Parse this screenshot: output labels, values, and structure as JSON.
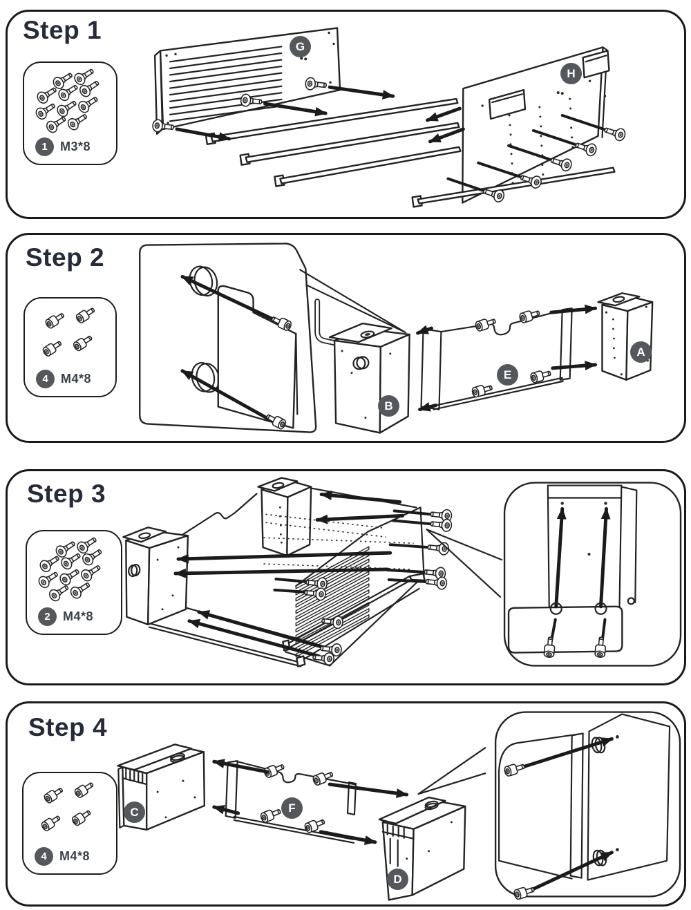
{
  "steps": [
    {
      "title": "Step 1",
      "hardware": {
        "item_no": "1",
        "spec": "M3*8",
        "count": 10,
        "type": "flat"
      },
      "parts": [
        "G",
        "H"
      ]
    },
    {
      "title": "Step 2",
      "hardware": {
        "item_no": "4",
        "spec": "M4*8",
        "count": 4,
        "type": "cap"
      },
      "parts": [
        "B",
        "E",
        "A"
      ]
    },
    {
      "title": "Step 3",
      "hardware": {
        "item_no": "2",
        "spec": "M4*8",
        "count": 10,
        "type": "flat"
      },
      "parts": []
    },
    {
      "title": "Step 4",
      "hardware": {
        "item_no": "4",
        "spec": "M4*8",
        "count": 4,
        "type": "cap"
      },
      "parts": [
        "C",
        "F",
        "D"
      ]
    }
  ],
  "colors": {
    "accent_circle": "#54575b",
    "title_text": "#252b39",
    "line": "#232323"
  }
}
